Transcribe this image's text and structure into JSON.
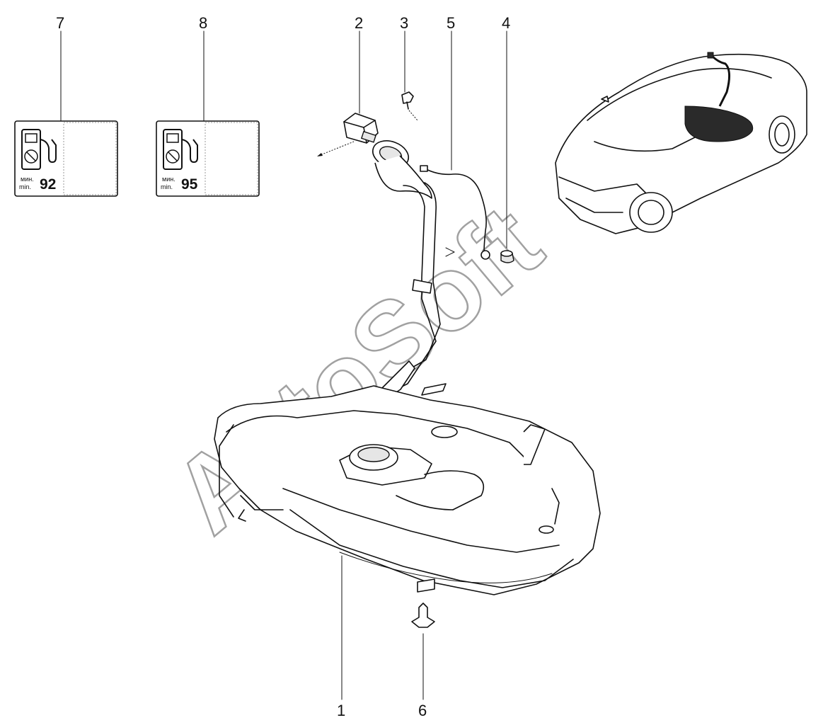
{
  "callouts": {
    "c1": "1",
    "c2": "2",
    "c3": "3",
    "c4": "4",
    "c5": "5",
    "c6": "6",
    "c7": "7",
    "c8": "8"
  },
  "labels": {
    "label7": {
      "min_ru": "мин.",
      "min_en": "min.",
      "octane": "92"
    },
    "label8": {
      "min_ru": "мин.",
      "min_en": "min.",
      "octane": "95"
    }
  },
  "watermark": "AvtoSoft",
  "colors": {
    "line": "#111111",
    "background": "#ffffff",
    "watermark": "#555555"
  }
}
